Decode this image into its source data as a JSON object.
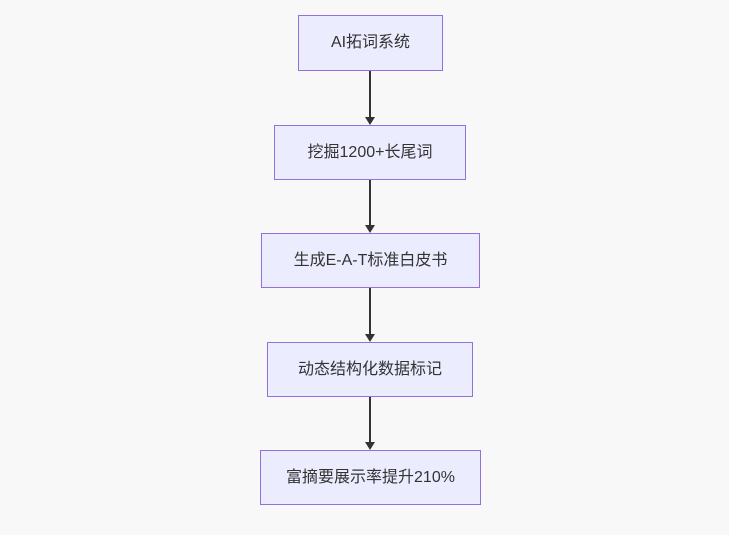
{
  "theme": {
    "background_color": "#f8f8f8",
    "node_fill_color": "#ECECFF",
    "node_border_color": "#9370DB",
    "text_color": "#333333",
    "arrow_color": "#333333"
  },
  "diagram": {
    "type": "flowchart",
    "direction": "top-down",
    "nodes": [
      {
        "id": "A",
        "label": "AI拓词系统"
      },
      {
        "id": "B",
        "label": "挖掘1200+长尾词"
      },
      {
        "id": "C",
        "label": "生成E-A-T标准白皮书"
      },
      {
        "id": "D",
        "label": "动态结构化数据标记"
      },
      {
        "id": "E",
        "label": "富摘要展示率提升210%"
      }
    ],
    "edges": [
      {
        "from": "A",
        "to": "B"
      },
      {
        "from": "B",
        "to": "C"
      },
      {
        "from": "C",
        "to": "D"
      },
      {
        "from": "D",
        "to": "E"
      }
    ]
  }
}
